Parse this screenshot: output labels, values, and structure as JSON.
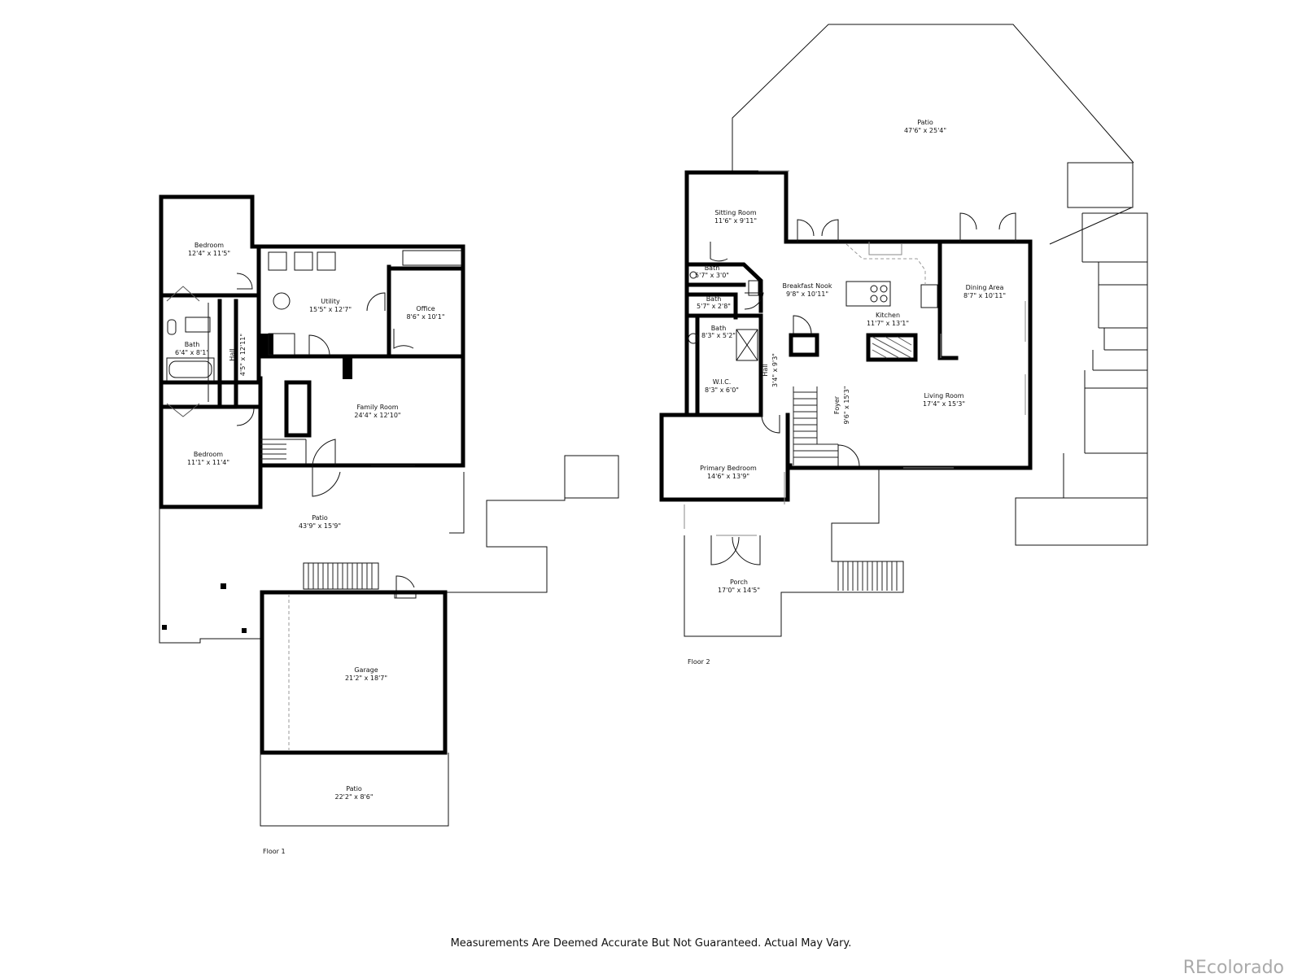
{
  "floor1": {
    "label": "Floor 1",
    "rooms": {
      "bedroom_a": {
        "name": "Bedroom",
        "dims": "12'4\" x 11'5\""
      },
      "bath": {
        "name": "Bath",
        "dims": "6'4\" x 8'1\""
      },
      "hall": {
        "name": "Hall",
        "dims": "4'5\" x 12'11\""
      },
      "bedroom_b": {
        "name": "Bedroom",
        "dims": "11'1\" x 11'4\""
      },
      "utility": {
        "name": "Utility",
        "dims": "15'5\" x 12'7\""
      },
      "office": {
        "name": "Office",
        "dims": "8'6\" x 10'1\""
      },
      "family_room": {
        "name": "Family Room",
        "dims": "24'4\" x 12'10\""
      },
      "patio": {
        "name": "Patio",
        "dims": "43'9\" x 15'9\""
      },
      "garage": {
        "name": "Garage",
        "dims": "21'2\" x 18'7\""
      },
      "patio_south": {
        "name": "Patio",
        "dims": "22'2\" x 8'6\""
      }
    }
  },
  "floor2": {
    "label": "Floor 2",
    "rooms": {
      "patio": {
        "name": "Patio",
        "dims": "47'6\" x 25'4\""
      },
      "sitting_room": {
        "name": "Sitting Room",
        "dims": "11'6\" x 9'11\""
      },
      "bath_a": {
        "name": "Bath",
        "dims": "5'7\" x 3'0\""
      },
      "bath_b": {
        "name": "Bath",
        "dims": "5'7\" x 2'8\""
      },
      "bath_c": {
        "name": "Bath",
        "dims": "8'3\" x 5'2\""
      },
      "wic": {
        "name": "W.I.C.",
        "dims": "8'3\" x 6'0\""
      },
      "hall": {
        "name": "Hall",
        "dims": "3'4\" x 9'3\""
      },
      "breakfast_nook": {
        "name": "Breakfast Nook",
        "dims": "9'8\" x 10'11\""
      },
      "kitchen": {
        "name": "Kitchen",
        "dims": "11'7\" x 13'1\""
      },
      "dining_area": {
        "name": "Dining Area",
        "dims": "8'7\" x 10'11\""
      },
      "living_room": {
        "name": "Living Room",
        "dims": "17'4\" x 15'3\""
      },
      "foyer": {
        "name": "Foyer",
        "dims": "9'6\" x 15'3\""
      },
      "primary_bedroom": {
        "name": "Primary Bedroom",
        "dims": "14'6\" x 13'9\""
      },
      "porch": {
        "name": "Porch",
        "dims": "17'0\" x 14'5\""
      }
    }
  },
  "disclaimer": "Measurements Are Deemed Accurate But Not Guaranteed. Actual May Vary.",
  "brand": "REcolorado",
  "colors": {
    "walls": "#000000",
    "outline": "#111111",
    "watermark": "#aaaaaa"
  }
}
